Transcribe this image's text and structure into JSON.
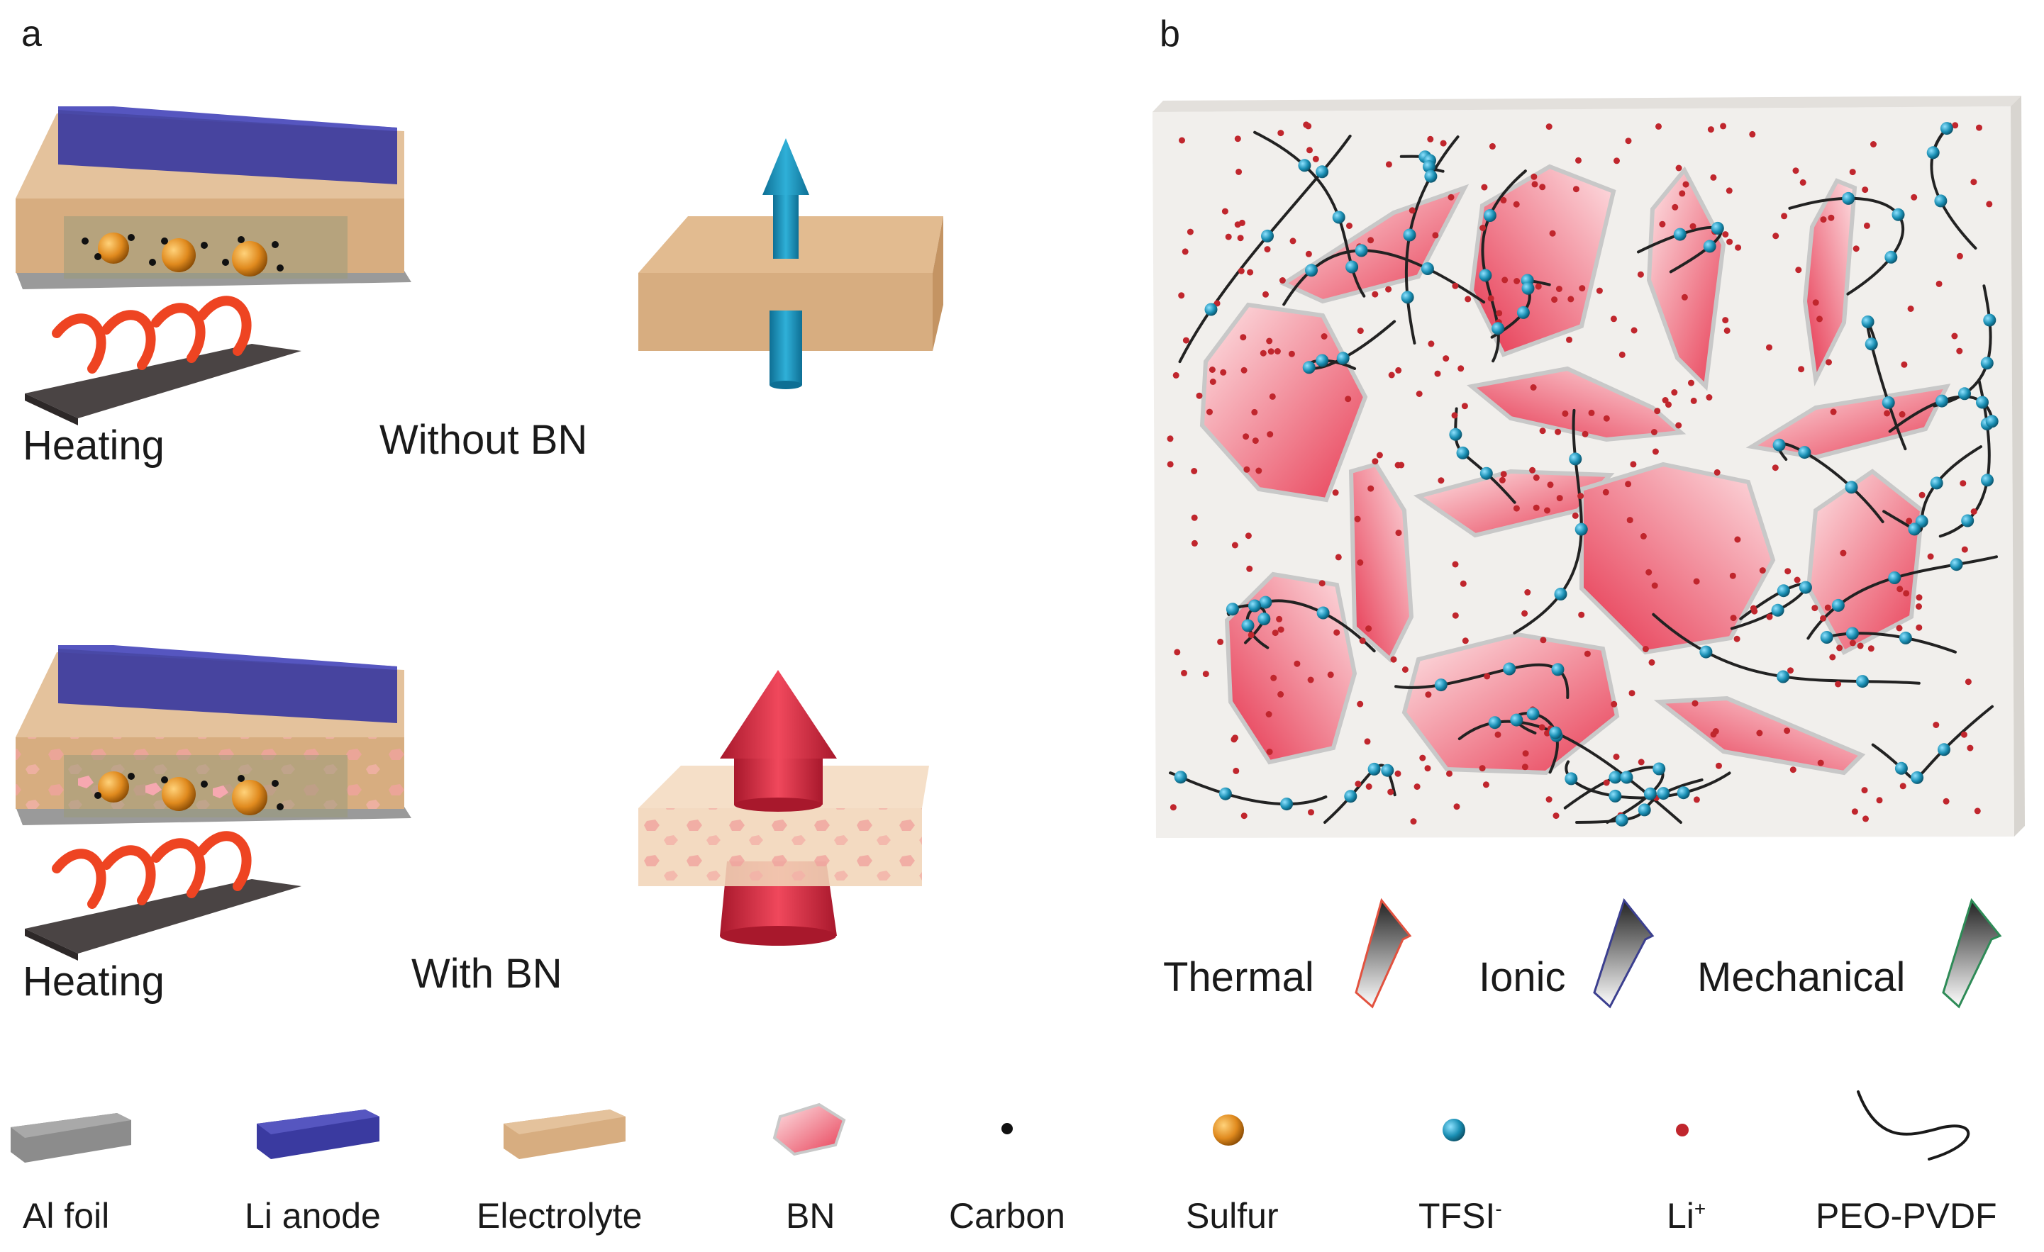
{
  "panels": {
    "a": {
      "letter": "a",
      "top": {
        "heating_label": "Heating",
        "condition_label": "Without BN"
      },
      "bottom": {
        "heating_label": "Heating",
        "condition_label": "With BN"
      }
    },
    "b": {
      "letter": "b",
      "properties": [
        "Thermal",
        "Ionic",
        "Mechanical"
      ],
      "property_arrow_colors": [
        "#e2523f",
        "#3b3f8f",
        "#2e8b57"
      ]
    }
  },
  "legend": [
    {
      "label": "Al foil",
      "icon": "al-foil-slab-icon",
      "color": "#8c8c8c"
    },
    {
      "label": "Li anode",
      "icon": "li-anode-slab-icon",
      "color": "#3a3aa0"
    },
    {
      "label": "Electrolyte",
      "icon": "electrolyte-slab-icon",
      "color": "#d7ad80"
    },
    {
      "label": "BN",
      "icon": "bn-flake-icon",
      "color": "#e84a5f"
    },
    {
      "label": "Carbon",
      "icon": "carbon-dot-icon",
      "color": "#111111"
    },
    {
      "label": "Sulfur",
      "icon": "sulfur-sphere-icon",
      "color": "#e08a1e"
    },
    {
      "label": "TFSI",
      "sup": "-",
      "icon": "tfsi-sphere-icon",
      "color": "#1a8fb4"
    },
    {
      "label": "Li",
      "sup": "+",
      "icon": "li-ion-dot-icon",
      "color": "#c0262d"
    },
    {
      "label": "PEO-PVDF",
      "icon": "polymer-chain-icon",
      "color": "#1a1a1a"
    }
  ],
  "colors": {
    "arrow_without_bn": "#1a8fb4",
    "arrow_with_bn": "#d62d45",
    "heater": "#4a4444",
    "heat_wave": "#ee4422",
    "membrane_bg": "#f1efec"
  }
}
